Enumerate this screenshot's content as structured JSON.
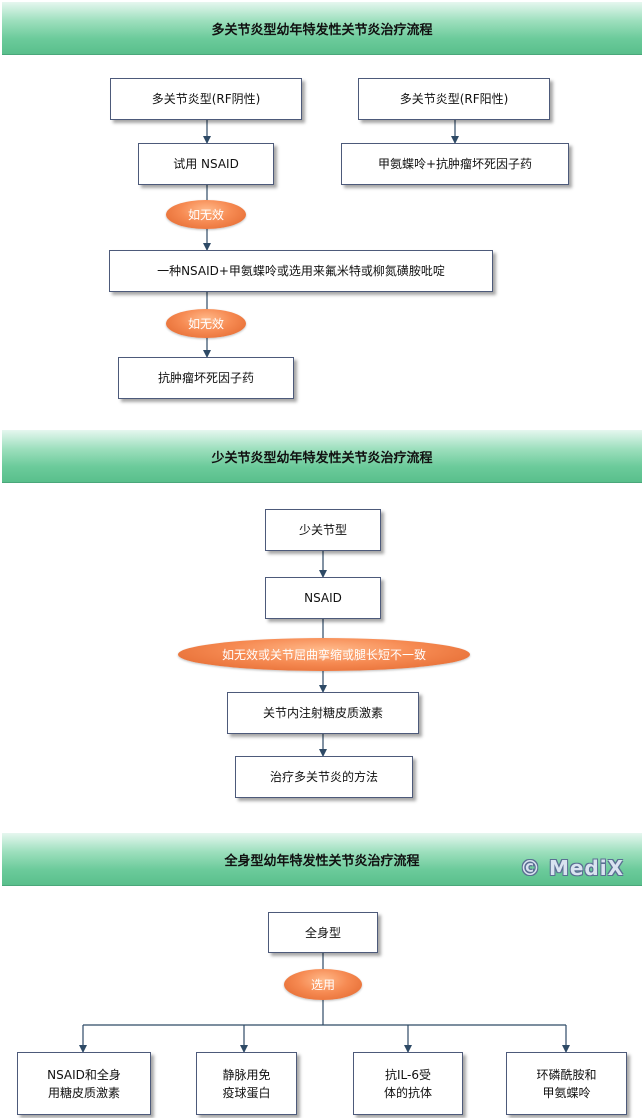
{
  "section1": {
    "title": "多关节炎型幼年特发性关节炎治疗流程",
    "rf_neg": "多关节炎型(RF阴性)",
    "rf_pos": "多关节炎型(RF阳性)",
    "try_nsaid": "试用 NSAID",
    "mtx_anti_tnf": "甲氨蝶呤+抗肿瘤坏死因子药",
    "if_invalid_1": "如无效",
    "combo": "一种NSAID+甲氨蝶呤或选用来氟米特或柳氮磺胺吡啶",
    "if_invalid_2": "如无效",
    "anti_tnf": "抗肿瘤坏死因子药"
  },
  "section2": {
    "title": "少关节炎型幼年特发性关节炎治疗流程",
    "type": "少关节型",
    "nsaid": "NSAID",
    "condition": "如无效或关节屈曲挛缩或腿长短不一致",
    "injection": "关节内注射糖皮质激素",
    "method": "治疗多关节炎的方法"
  },
  "section3": {
    "title": "全身型幼年特发性关节炎治疗流程",
    "type": "全身型",
    "choose": "选用",
    "opt1_line1": "NSAID和全身",
    "opt1_line2": "用糖皮质激素",
    "opt2_line1": "静脉用免",
    "opt2_line2": "疫球蛋白",
    "opt3_line1": "抗IL-6受",
    "opt3_line2": "体的抗体",
    "opt4_line1": "环磷酰胺和",
    "opt4_line2": "甲氨蝶呤"
  },
  "watermark": "© MediX",
  "colors": {
    "arrow": "#2e4a66",
    "oval": "#f2804a",
    "banner": "#6ccb9b"
  }
}
